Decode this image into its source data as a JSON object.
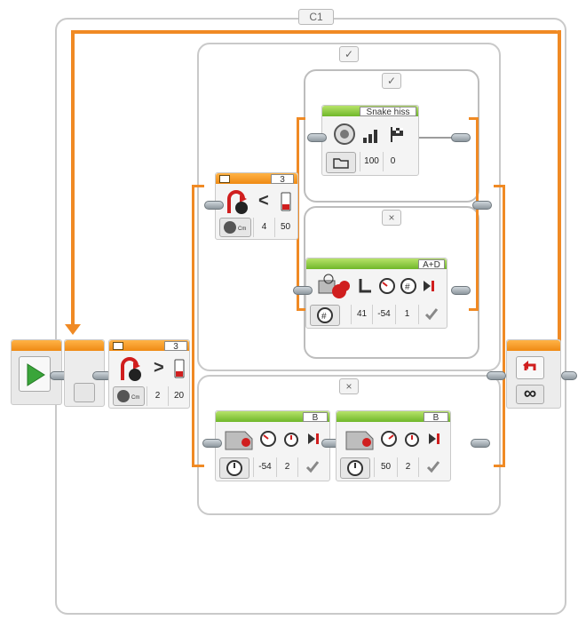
{
  "loop": {
    "name": "C1"
  },
  "switch_outer": {
    "compare_op": ">",
    "threshold": "3",
    "inputs": [
      "2",
      "20"
    ],
    "case_true_mark": "✓",
    "case_false_mark": "×"
  },
  "switch_inner": {
    "compare_op": "<",
    "threshold": "3",
    "inputs": [
      "4",
      "50"
    ],
    "case_true_mark": "✓",
    "case_false_mark": "×"
  },
  "sound_block": {
    "label": "Snake hiss",
    "values": [
      "100",
      "0"
    ]
  },
  "steering_block": {
    "label": "A+D",
    "values": [
      "41",
      "-54",
      "1"
    ]
  },
  "motor_b1": {
    "label": "B",
    "values": [
      "-54",
      "2"
    ]
  },
  "motor_b2": {
    "label": "B",
    "values": [
      "50",
      "2"
    ]
  },
  "loop_end": {
    "symbol": "∞"
  },
  "colors": {
    "wire_orange": "#f08a24",
    "header_green": "#7cc231",
    "header_orange": "#f7a030",
    "play_green": "#3aa53a"
  },
  "icons": [
    "play-icon",
    "ultrasonic-sensor-icon",
    "large-motor-icon",
    "sound-icon",
    "volume-icon",
    "play-type-icon",
    "folder-icon",
    "steering-icon",
    "speed-icon",
    "rotations-icon",
    "brake-icon",
    "timer-icon",
    "check-icon",
    "loop-icon",
    "infinity-icon"
  ]
}
